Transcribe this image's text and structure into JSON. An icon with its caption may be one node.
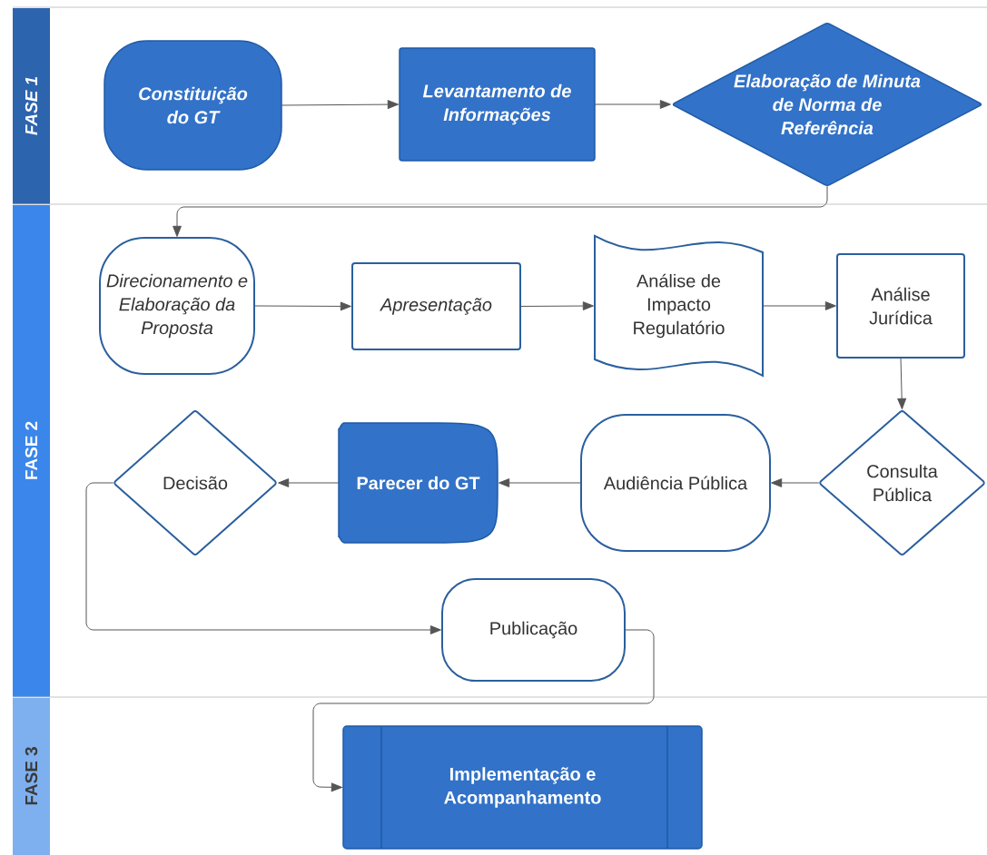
{
  "diagram": {
    "nodes": [
      {
        "text": [
          "FASE 1"
        ]
      },
      {
        "text": [
          "Constituição do GT"
        ],
        "in": 0
      },
      {
        "text": [
          "Levantamento de Informações"
        ],
        "in": 0
      },
      {
        "text": [
          "Elaboração de Minuta de Norma de Referência"
        ],
        "in": 0
      },
      {
        "text": [
          "FASE 2"
        ]
      },
      {
        "text": [
          "Direcionamento e Elaboração da Proposta"
        ],
        "in": 4
      },
      {
        "text": [
          "Apresentação"
        ],
        "in": 4
      },
      {
        "text": [
          "Análise de Impacto Regulatório"
        ],
        "in": 4
      },
      {
        "text": [
          "Análise Jurídica"
        ],
        "in": 4
      },
      {
        "text": [
          "Consulta Pública"
        ],
        "in": 4
      },
      {
        "text": [
          "Audiência Pública"
        ],
        "in": 4
      },
      {
        "text": [
          "Parecer do GT"
        ],
        "in": 4
      },
      {
        "text": [
          "Decisão"
        ],
        "in": 4
      },
      {
        "text": [
          "Publicação"
        ],
        "in": 4
      },
      {
        "text": [
          "FASE 3"
        ]
      },
      {
        "text": [
          "Implementação e Acompanhamento"
        ],
        "in": 14
      }
    ],
    "edges": [
      {
        "from": 1,
        "to": 2,
        "arrow": "to"
      },
      {
        "from": 2,
        "to": 3,
        "arrow": "to"
      },
      {
        "from": 3,
        "to": 5,
        "arrow": "to"
      },
      {
        "from": 5,
        "to": 6,
        "arrow": "to"
      },
      {
        "from": 6,
        "to": 7,
        "arrow": "to"
      },
      {
        "from": 7,
        "to": 8,
        "arrow": "to"
      },
      {
        "from": 8,
        "to": 9,
        "arrow": "to"
      },
      {
        "from": 9,
        "to": 10,
        "arrow": "to"
      },
      {
        "from": 10,
        "to": 11,
        "arrow": "to"
      },
      {
        "from": 11,
        "to": 12,
        "arrow": "to"
      },
      {
        "from": 12,
        "to": 13,
        "arrow": "to"
      },
      {
        "from": 13,
        "to": 15,
        "arrow": "to"
      }
    ]
  }
}
